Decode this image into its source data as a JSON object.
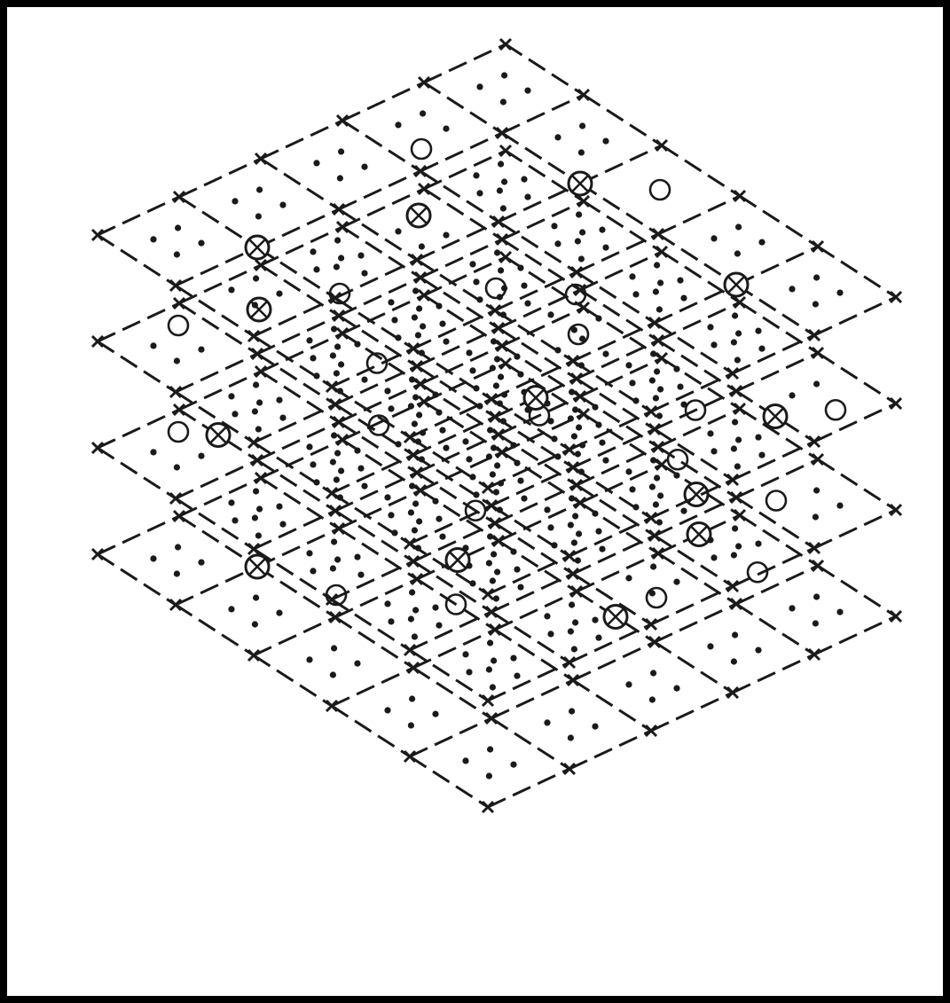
{
  "figure": {
    "kind": "stacked-rhombic-lattice-layers",
    "layer_count": 4,
    "rows_per_layer": 5,
    "cols_per_layer": 5,
    "interior_dots_per_cell": 4,
    "corner_glyph": "X",
    "line_style": "dashed",
    "symbols": {
      "lattice_site": "cross-mark",
      "interstitial_site": "filled-dot",
      "substituted_site": "open-circle",
      "crossed_site": "circle-with-x"
    },
    "colors": {
      "ink": "#1a1a1a",
      "frame": "#000000",
      "background": "#ffffff"
    }
  }
}
